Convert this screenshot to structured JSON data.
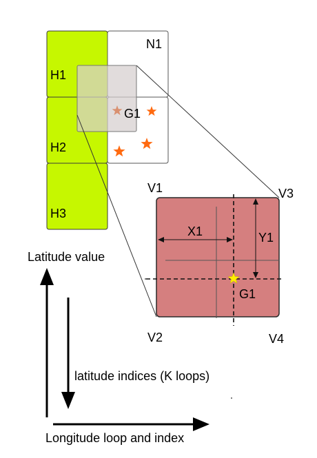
{
  "cells": {
    "h1": "H1",
    "h2": "H2",
    "h3": "H3",
    "n1": "N1",
    "g1": "G1"
  },
  "vertices": {
    "v1": "V1",
    "v2": "V2",
    "v3": "V3",
    "v4": "V4"
  },
  "zoom_panel": {
    "x1": "X1",
    "y1": "Y1",
    "g1": "G1"
  },
  "axes": {
    "vertical_label": "Latitude value",
    "horizontal_label": "Longitude loop and index",
    "indices_label": "latitude indices (K loops)"
  },
  "colors": {
    "h_cells_fill": "#c6f700",
    "h_cells_stroke": "#3a3a3a",
    "n1_stroke": "#555555",
    "overlay_fill": "#d6cfcf",
    "zoom_fill": "#d57f7f",
    "zoom_stroke": "#2a2a2a",
    "star_orange": "#ff6a10",
    "star_faded": "#d99070",
    "star_yellow": "#ffee00"
  },
  "icons": {
    "stars": "star-icon"
  }
}
